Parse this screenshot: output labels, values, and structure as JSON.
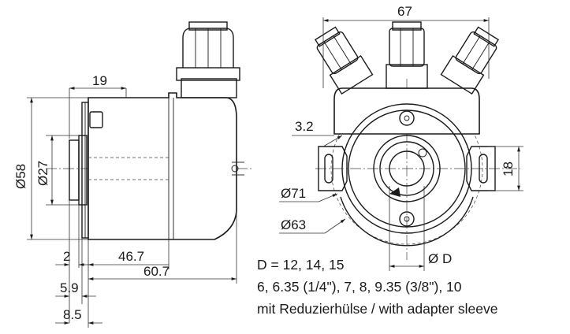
{
  "side_view": {
    "dims": {
      "flange_depth": "19",
      "diameter_body": "Ø58",
      "diameter_hub": "Ø27",
      "flange_offset": "2",
      "housing_length": "46.7",
      "total_length": "60.7",
      "shaft_step_a": "5.9",
      "shaft_step_b": "8.5"
    }
  },
  "front_view": {
    "dims": {
      "width": "67",
      "wall": "3.2",
      "slot": "18",
      "bolt_circle_outer": "Ø71",
      "bolt_circle_inner": "Ø63",
      "bore": "Ø D"
    }
  },
  "notes": {
    "line1": "D = 12, 14, 15",
    "line2": "6, 6.35 (1/4\"), 7, 8, 9.35 (3/8\"), 10",
    "line3": "mit Reduzierhülse / with adapter sleeve"
  }
}
